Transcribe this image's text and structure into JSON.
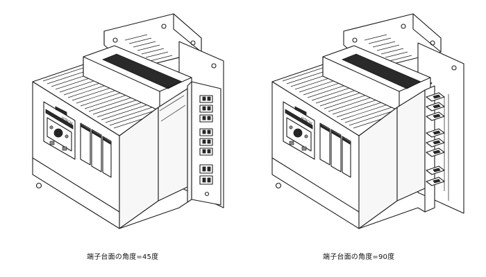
{
  "figures": [
    {
      "id": "left",
      "caption": "端子台面の角度=45度",
      "device_label": "HITACHI",
      "terminal_angle_deg": 45
    },
    {
      "id": "right",
      "caption": "端子台面の角度=90度",
      "device_label": "HITACHI",
      "terminal_angle_deg": 90
    }
  ]
}
